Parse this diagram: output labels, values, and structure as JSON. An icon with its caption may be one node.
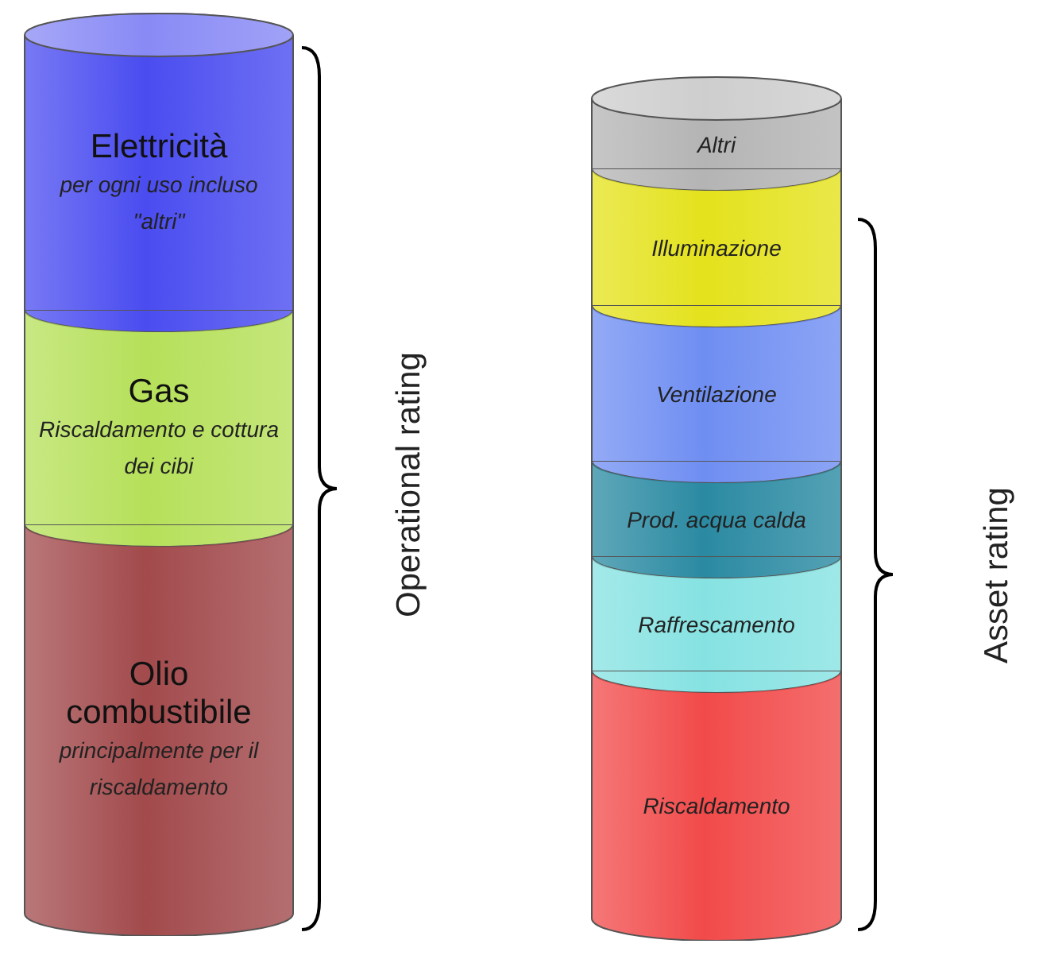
{
  "diagram": {
    "nodes": [
      {
        "text": [
          "Elettricità",
          "per ogni uso incluso \"altri\""
        ]
      },
      {
        "text": [
          "Gas",
          "Riscaldamento e cottura dei cibi"
        ]
      },
      {
        "text": [
          "Olio combustibile",
          "principalmente per il riscaldamento"
        ]
      },
      {
        "text": [
          "Altri"
        ]
      },
      {
        "text": [
          "Illuminazione"
        ]
      },
      {
        "text": [
          "Ventilazione"
        ]
      },
      {
        "text": [
          "Prod. acqua calda"
        ]
      },
      {
        "text": [
          "Raffrescamento"
        ]
      },
      {
        "text": [
          "Riscaldamento"
        ]
      }
    ],
    "edges": [],
    "labels": [
      "Operational rating",
      "Asset rating"
    ]
  }
}
